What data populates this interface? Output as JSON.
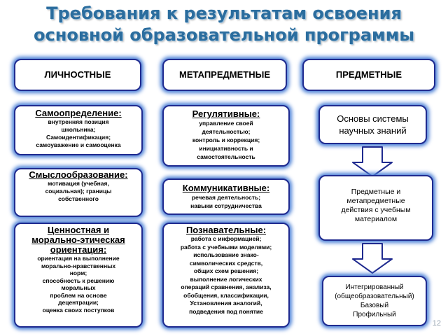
{
  "title": {
    "line1": "Требования к результатам освоения",
    "line2": "основной образовательной  программы"
  },
  "columns": {
    "personal": "ЛИЧНОСТНЫЕ",
    "meta": "МЕТАПРЕДМЕТНЫЕ",
    "subject": "ПРЕДМЕТНЫЕ"
  },
  "personal_boxes": [
    {
      "title": "Самоопределение:",
      "body": "внутренняя позиция\nшкольника;\nСамоидентификация;\nсамоуважение и самооценка"
    },
    {
      "title": "Смыслообразование:",
      "body": "мотивация (учебная,\nсоциальная); границы\nсобственного"
    },
    {
      "title": "Ценностная и морально-этическая ориентация:",
      "body": "ориентация на выполнение\nморально-нравственных\nнорм;\nспособность к решению\nморальных\nпроблем на основе\nдецентрации;\nоценка своих поступков"
    }
  ],
  "meta_boxes": [
    {
      "title": "Регулятивные:",
      "body": "управление своей\nдеятельностью;\nконтроль и коррекция;\nинициативность и\nсамостоятельность"
    },
    {
      "title": "Коммуникативные:",
      "body": "речевая деятельность;\nнавыки сотрудничества"
    },
    {
      "title": "Познавательные:",
      "body": "работа с информацией;\nработа с учебными моделями;\nиспользование знако-\nсимволических средств,\nобщих схем решения;\nвыполнение логических\nопераций сравнения,  анализа,\nобобщения, классификации,\nУстановления аналогий,\nподведения под понятие"
    }
  ],
  "subject_boxes": {
    "basics": "Основы системы\nнаучных знаний",
    "actions": "Предметные и\nметапредметные\nдействия с учебным\nматериалом",
    "levels": "Интегрированный\n(общеобразовательный)\nБазовый\nПрофильный"
  },
  "page_number": "12",
  "colors": {
    "title": "#2b6d9e",
    "border": "#1f2a8f",
    "glow": "#4a7fd6"
  }
}
